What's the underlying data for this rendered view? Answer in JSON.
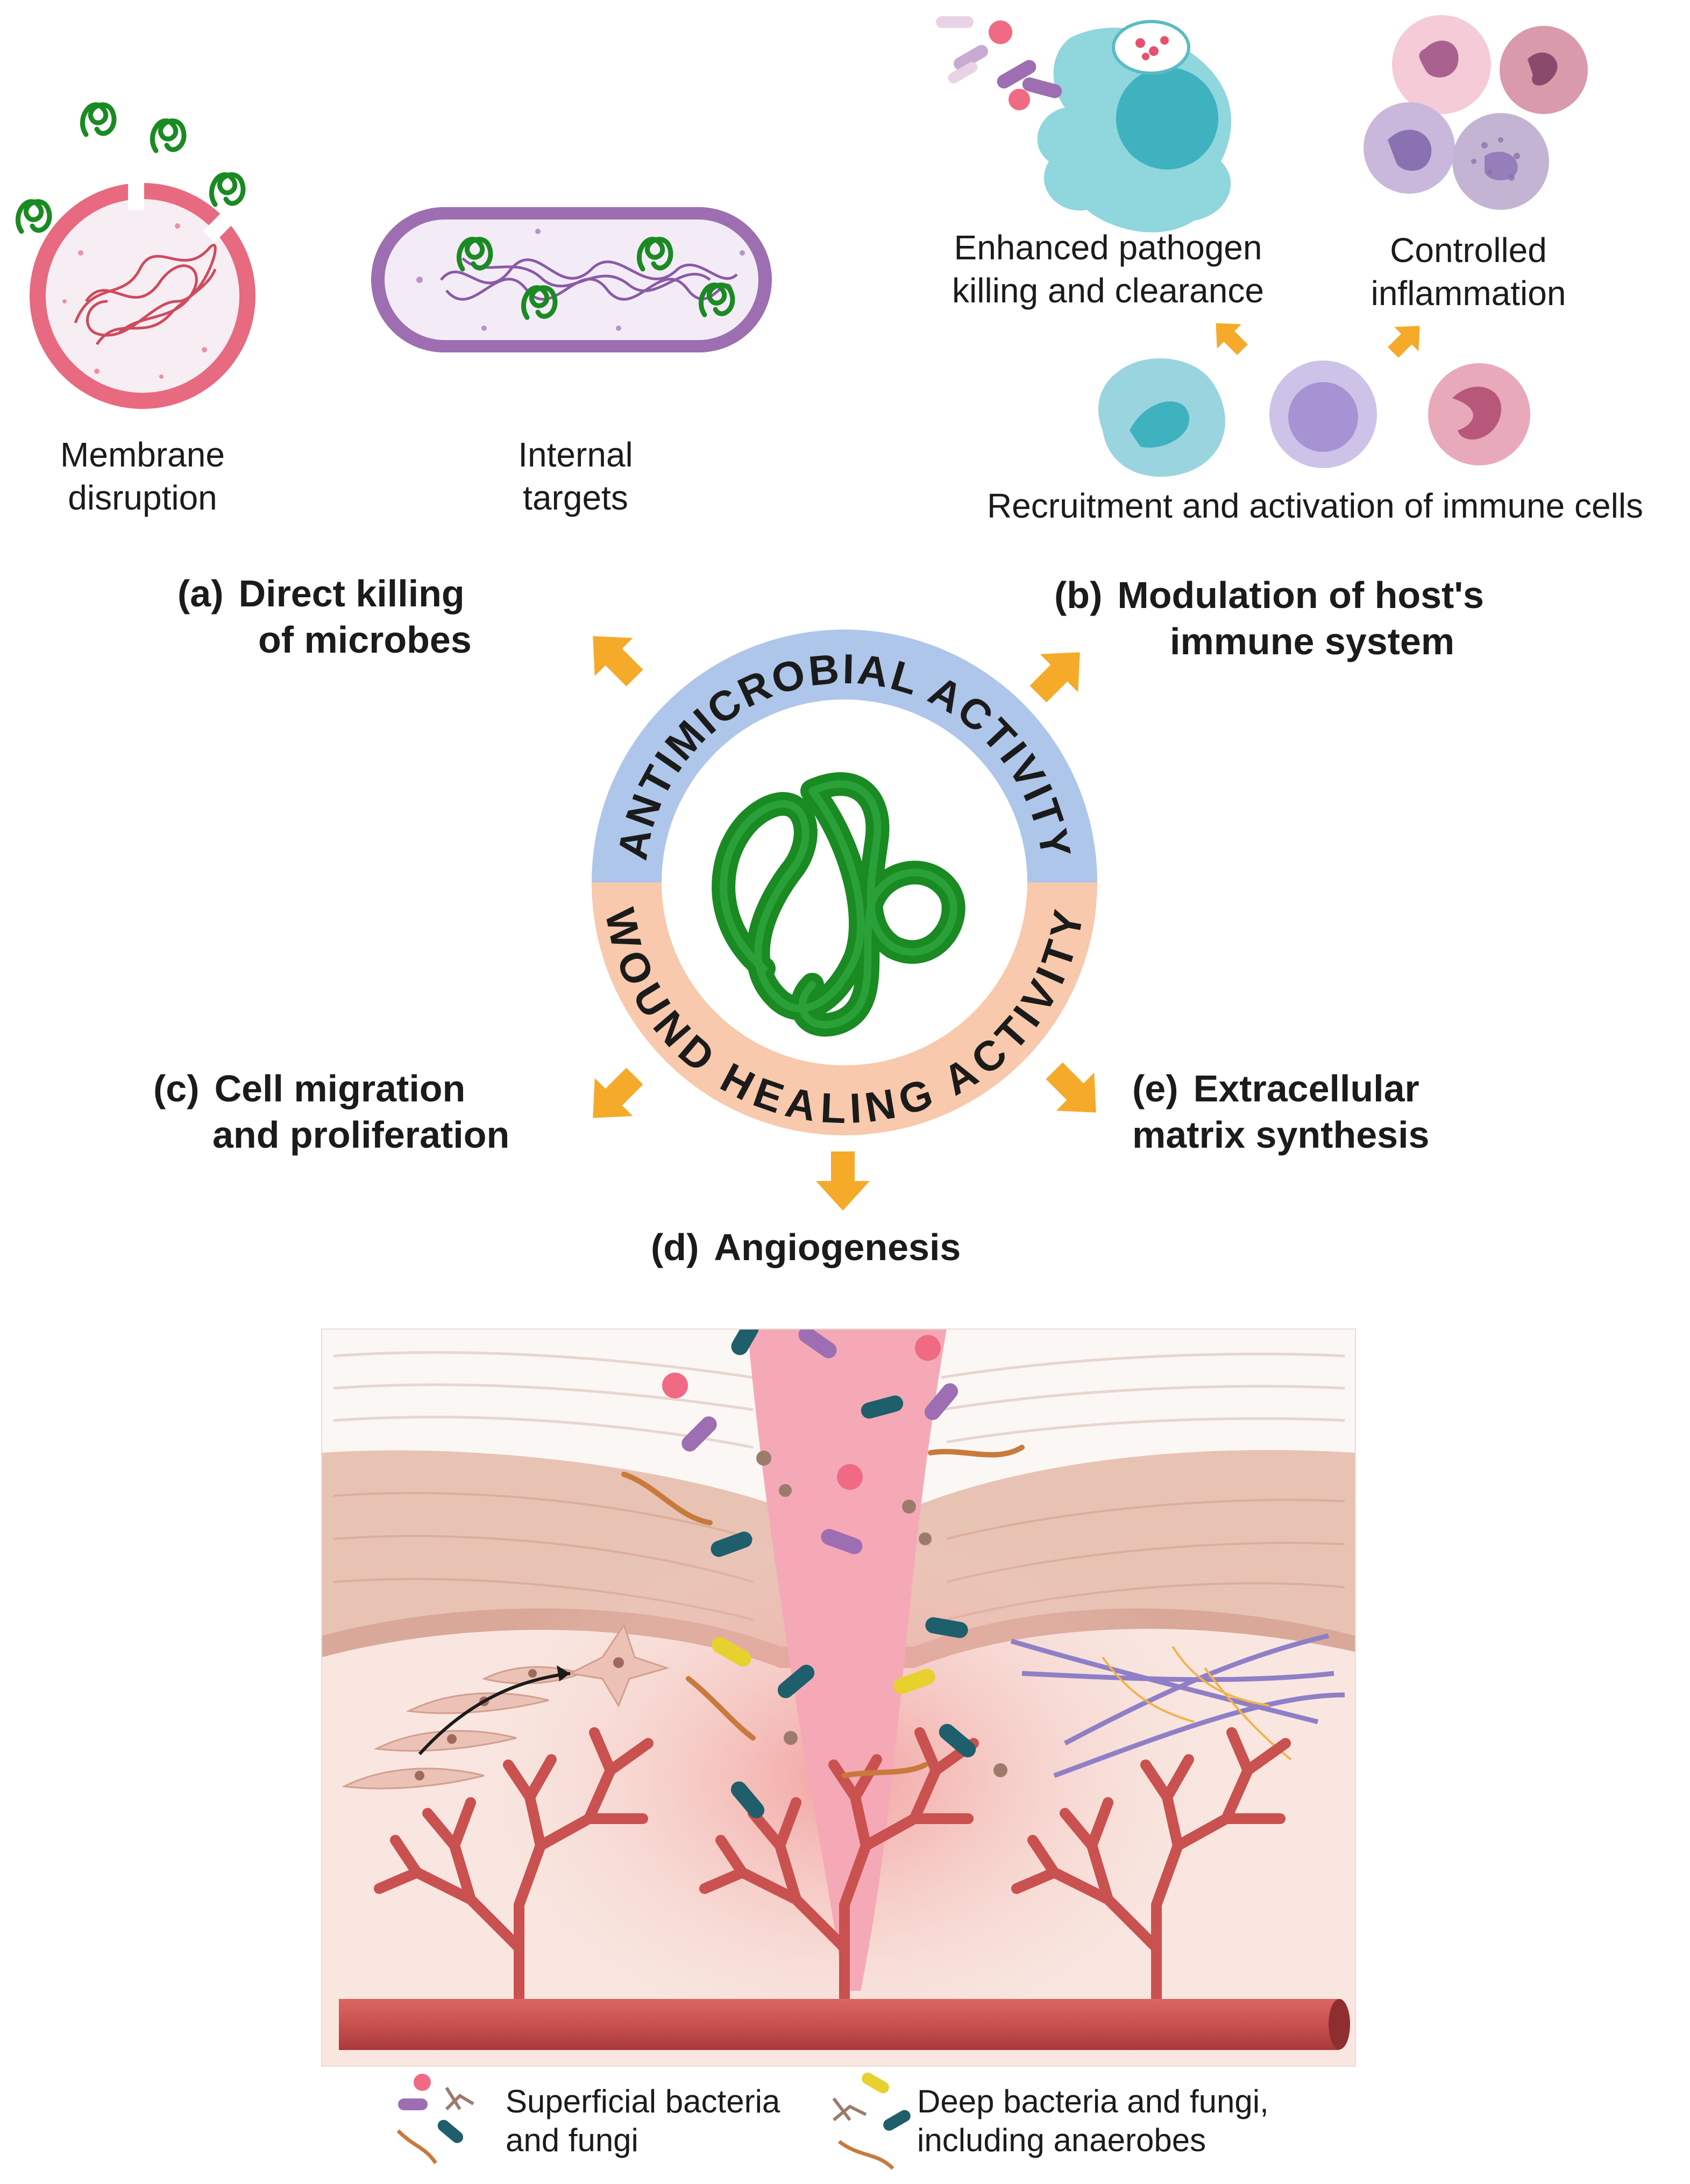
{
  "center": {
    "top_arc_text": "ANTIMICROBIAL ACTIVITY",
    "bottom_arc_text": "WOUND HEALING ACTIVITY",
    "top_color": "#aec6ea",
    "bottom_color": "#f8c9ac",
    "peptide_color": "#1a8a23"
  },
  "panel_a": {
    "tag": "(a)",
    "title_line1": "Direct killing",
    "title_line2": "of microbes",
    "membrane_label_line1": "Membrane",
    "membrane_label_line2": "disruption",
    "internal_label_line1": "Internal",
    "internal_label_line2": "targets"
  },
  "panel_b": {
    "tag": "(b)",
    "title_line1": "Modulation of host's",
    "title_line2": "immune system",
    "killing_label_line1": "Enhanced pathogen",
    "killing_label_line2": "killing and clearance",
    "inflammation_label_line1": "Controlled",
    "inflammation_label_line2": "inflammation",
    "recruitment_label": "Recruitment and activation of immune cells"
  },
  "panel_c": {
    "tag": "(c)",
    "title_line1": "Cell migration",
    "title_line2": "and proliferation"
  },
  "panel_d": {
    "tag": "(d)",
    "title": "Angiogenesis"
  },
  "panel_e": {
    "tag": "(e)",
    "title_line1": "Extracellular",
    "title_line2": "matrix synthesis"
  },
  "legend": {
    "superficial_line1": "Superficial bacteria",
    "superficial_line2": "and fungi",
    "deep_line1": "Deep bacteria and fungi,",
    "deep_line2": "including anaerobes"
  },
  "colors": {
    "arrow": "#f5aa2a",
    "vessel": "#c9514f",
    "wound": "#f5a9b6",
    "skin": "#e8c3b4"
  }
}
